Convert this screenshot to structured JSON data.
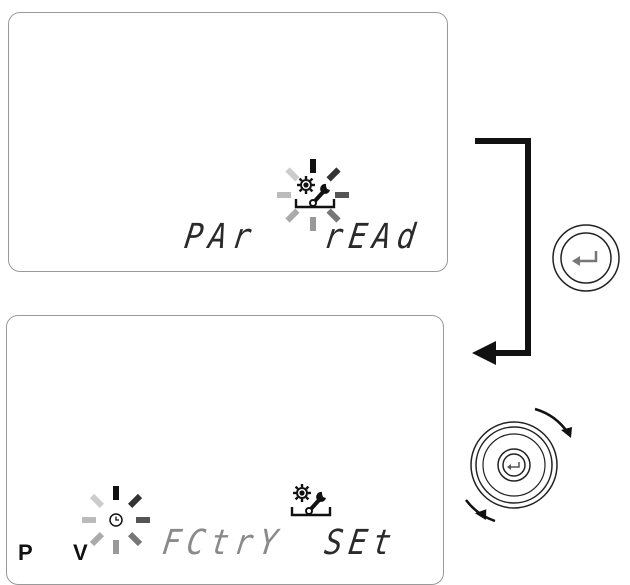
{
  "top_display": {
    "word_left": "PAr",
    "word_right": "rEAd",
    "icon": "gear-wrench-icon",
    "busy_indicator": "spinner-icon"
  },
  "bottom_display": {
    "indicator_p": "P",
    "indicator_v": "V",
    "word_left": "FCtrY",
    "word_right": "SEt",
    "icon": "gear-wrench-icon",
    "busy_indicator": "clock-spinner-icon"
  },
  "controls": {
    "enter_button": "enter-icon",
    "rotary_knob": "rotary-knob-icon"
  },
  "colors": {
    "segment": "#2a2a2a",
    "border": "#9a9a9a",
    "arrow": "#111111"
  }
}
